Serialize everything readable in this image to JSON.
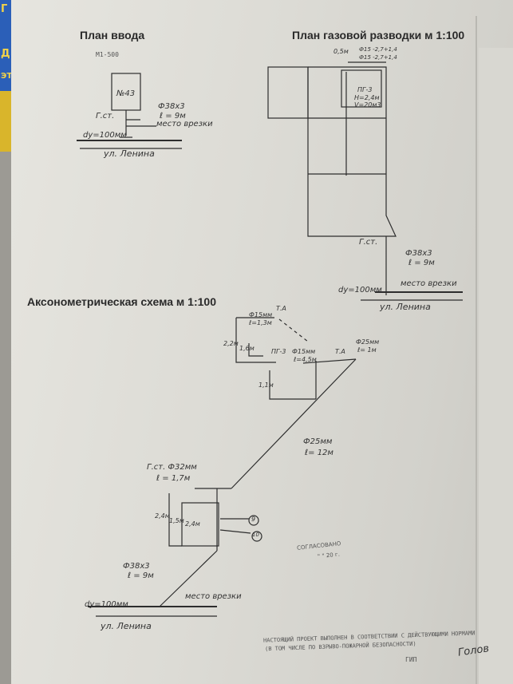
{
  "corner_text": [
    "Г",
    "Д",
    "ЭТО"
  ],
  "plan_vvoda": {
    "title": "План ввода",
    "scale": "М1-500",
    "house": "№43",
    "gst": "Г.ст.",
    "pipe": "Ф38х3",
    "length": "ℓ = 9м",
    "place": "место врезки",
    "main_dia": "dу=100мм",
    "street": "ул. Ленина"
  },
  "plan_gaz": {
    "title": "План газовой разводки м 1:100",
    "top_labels": [
      "0,5м",
      "Ф15 -2,7+1,4",
      "Ф15 -2,7+1,4"
    ],
    "room_labels": [
      "ПГ-3",
      "Н=2,4м",
      "V=20м3"
    ],
    "gst": "Г.ст.",
    "pipe": "Ф38х3",
    "length": "ℓ = 9м",
    "place": "место врезки",
    "main_dia": "dу=100мм",
    "street": "ул. Ленина"
  },
  "axon": {
    "title": "Аксонометрическая схема м 1:100",
    "labels": {
      "ta_top": "Т.А",
      "pipe15a": "Ф15мм",
      "len15a": "ℓ=1,3м",
      "pg3": "ПГ-3",
      "pipe15b": "Ф15мм",
      "len15b": "ℓ=4,5м",
      "ta2": "Т.А",
      "pipe25a": "Ф25мм",
      "len25a": "ℓ= 1м",
      "pipe25b": "Ф25мм",
      "len25b": "ℓ= 12м",
      "gst": "Г.ст. Ф32мм",
      "len32": "ℓ = 1,7м",
      "h1": "2,2м",
      "h2": "1,6м",
      "h3": "1,1м",
      "h4": "2,4м",
      "h5": "1,5м",
      "h6": "2,4м",
      "n9": "9",
      "n10": "10",
      "pipe38": "Ф38х3",
      "len38": "ℓ = 9м",
      "place": "место врезки",
      "main_dia": "dу=100мм",
      "street": "ул. Ленина"
    }
  },
  "stamp": [
    "СОГЛАСОВАНО",
    "\"    \" 20  г."
  ],
  "note": [
    "НАСТОЯЩИЙ ПРОЕКТ ВЫПОЛНЕН В СООТВЕТСТВИИ С ДЕЙСТВУЮЩИМИ НОРМАМИ",
    "(В ТОМ ЧИСЛЕ ПО ВЗРЫВО-ПОЖАРНОЙ БЕЗОПАСНОСТИ)"
  ],
  "gip": "ГИП",
  "signature": "Голов"
}
